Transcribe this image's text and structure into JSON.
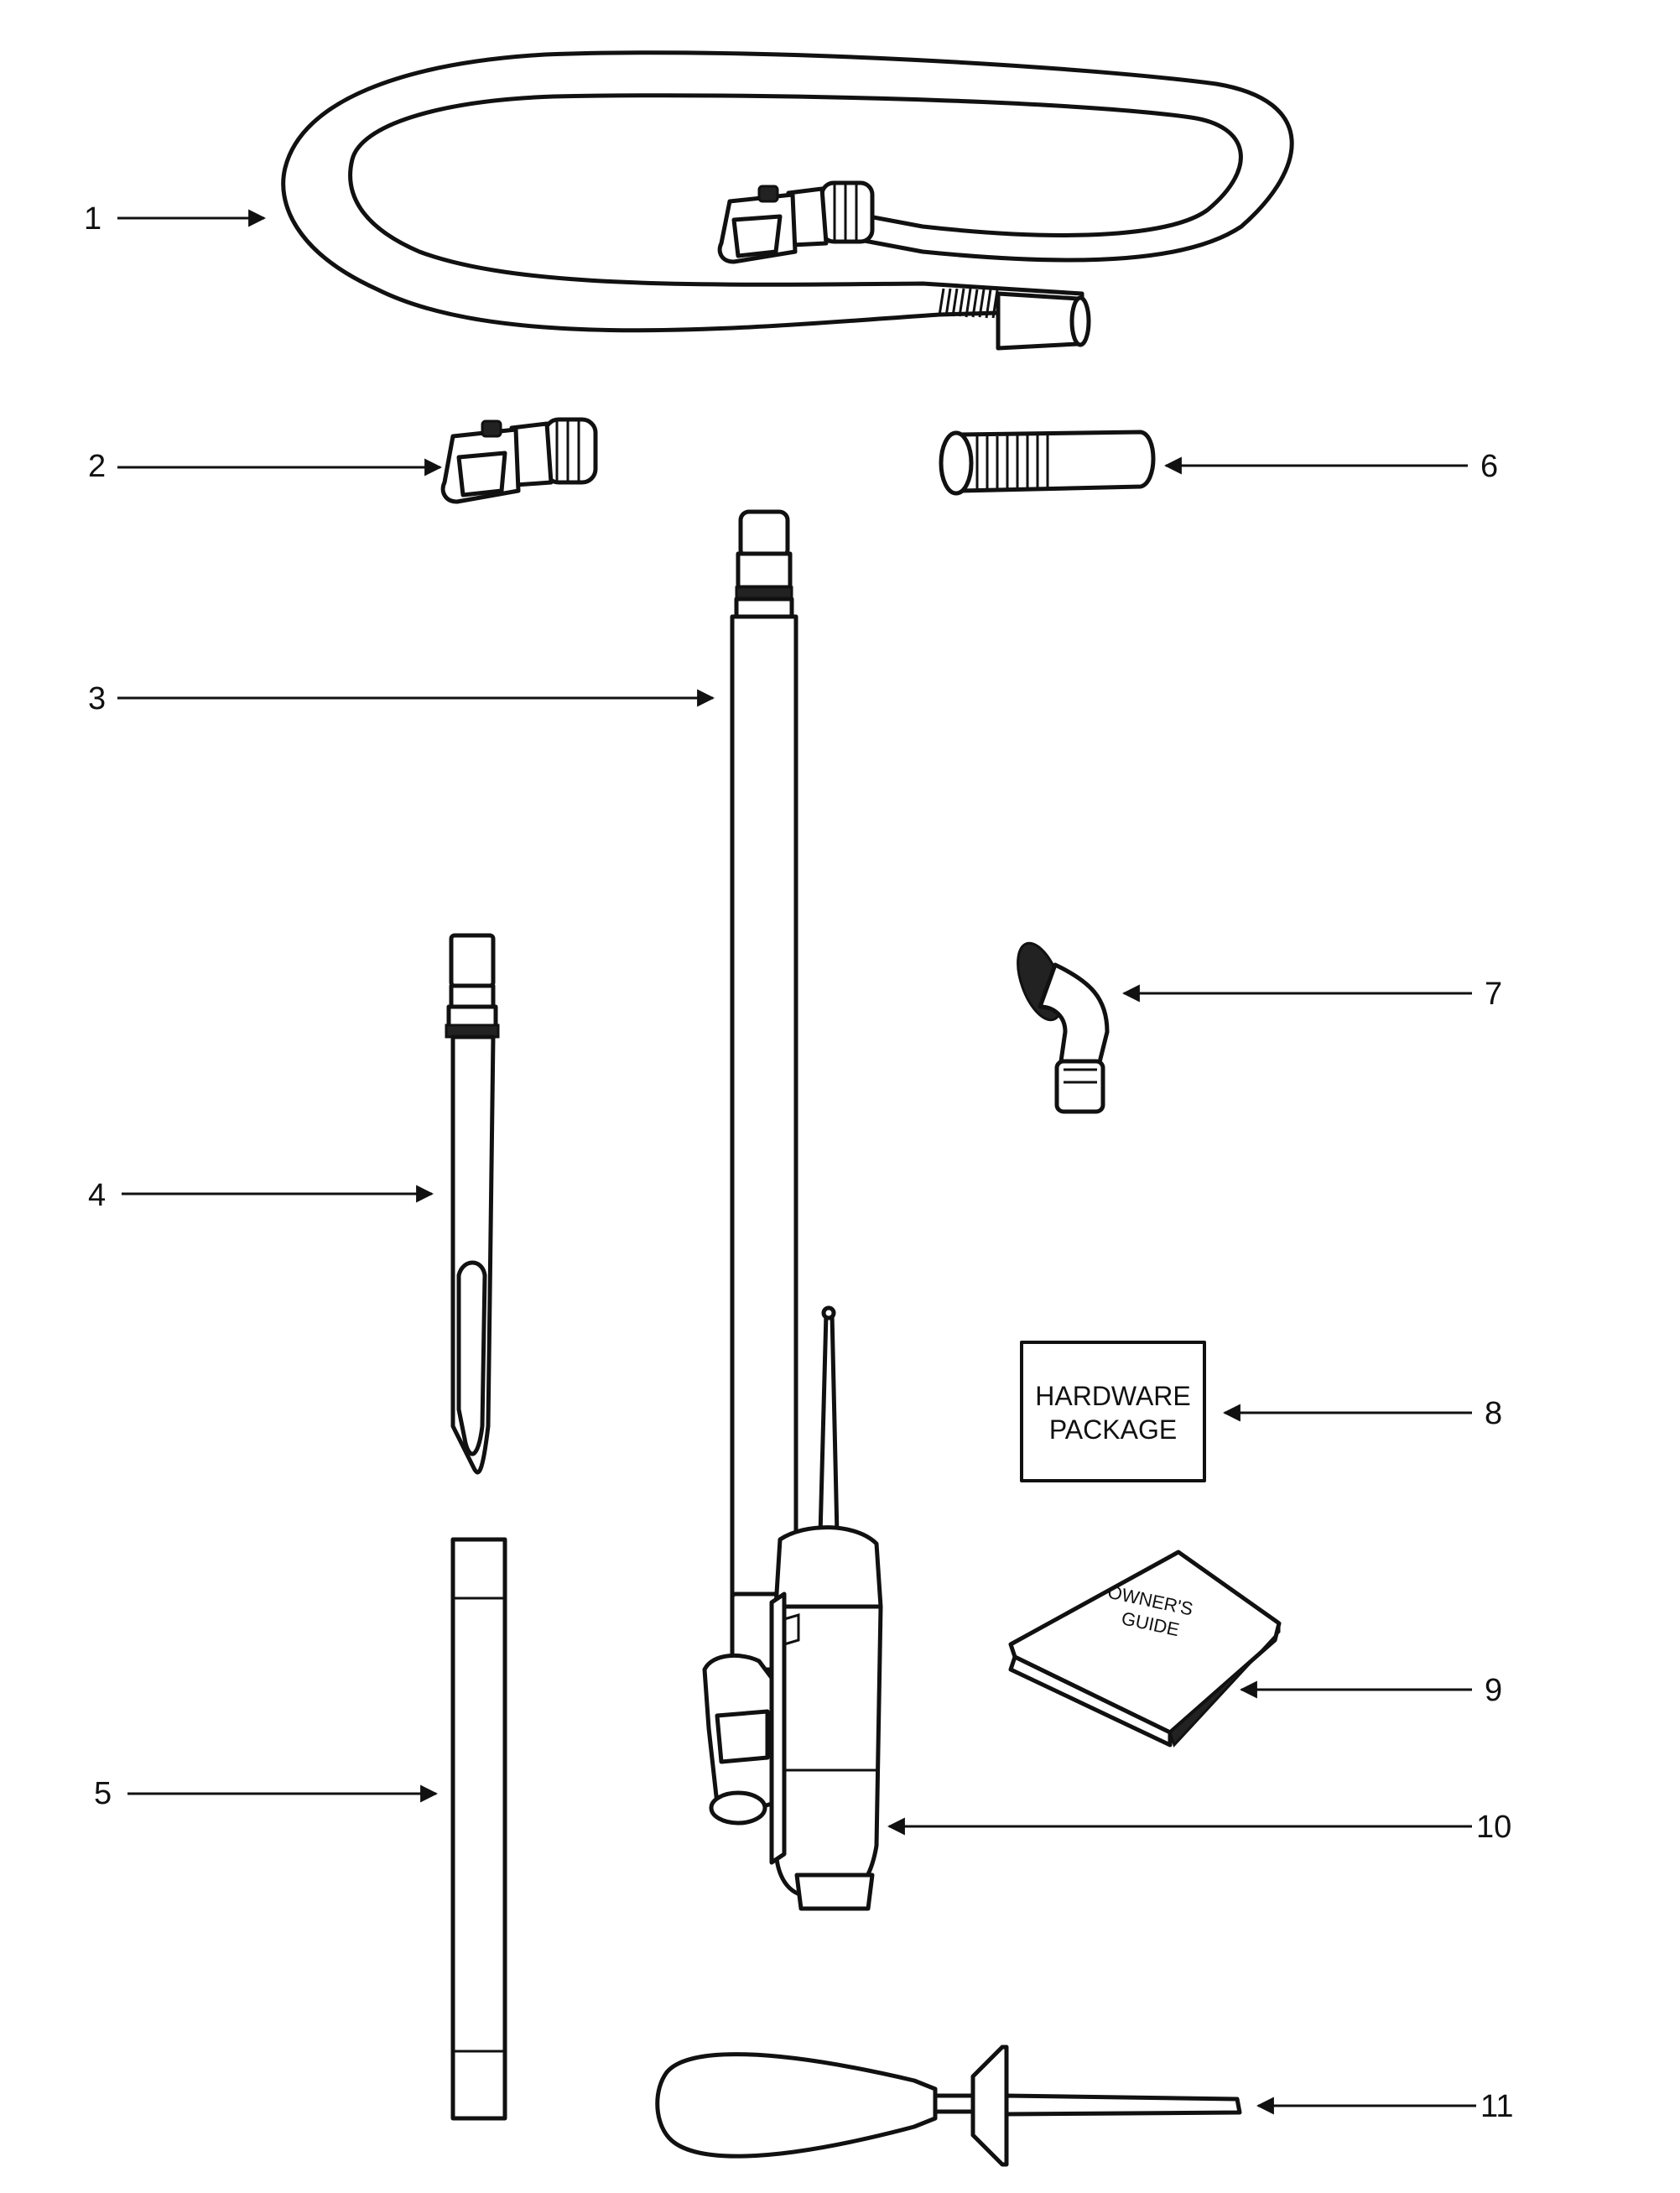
{
  "callouts": [
    {
      "number": "1"
    },
    {
      "number": "2"
    },
    {
      "number": "3"
    },
    {
      "number": "4"
    },
    {
      "number": "5"
    },
    {
      "number": "6"
    },
    {
      "number": "7"
    },
    {
      "number": "8"
    },
    {
      "number": "9"
    },
    {
      "number": "10"
    },
    {
      "number": "11"
    }
  ],
  "hardware_package": {
    "line1": "HARDWARE",
    "line2": "PACKAGE"
  },
  "owners_guide": {
    "line1": "OWNER'S",
    "line2": "GUIDE"
  }
}
